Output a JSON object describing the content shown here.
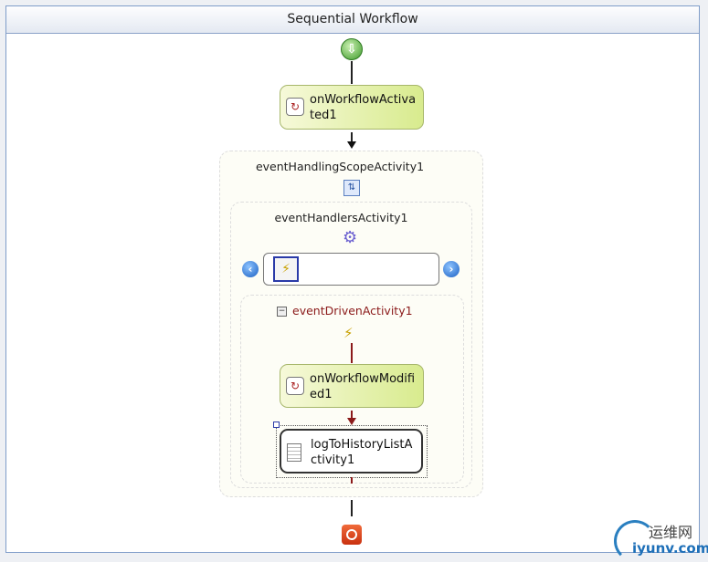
{
  "title": "Sequential Workflow",
  "activities": {
    "activated": "onWorkflowActivated1",
    "scope": "eventHandlingScopeActivity1",
    "handlers": "eventHandlersActivity1",
    "driven": "eventDrivenActivity1",
    "modified": "onWorkflowModified1",
    "log": "logToHistoryListActivity1"
  },
  "icons": {
    "start": "start-arrow-icon",
    "end": "stop-icon",
    "nav_left": "chevron-left-icon",
    "nav_right": "chevron-right-icon"
  },
  "watermark": {
    "cn": "运维网",
    "en": "iyunv.com"
  },
  "colors": {
    "frame": "#7f9dc9",
    "driven_label": "#8b1a1a",
    "activity_fill": "#d8eb8e"
  }
}
